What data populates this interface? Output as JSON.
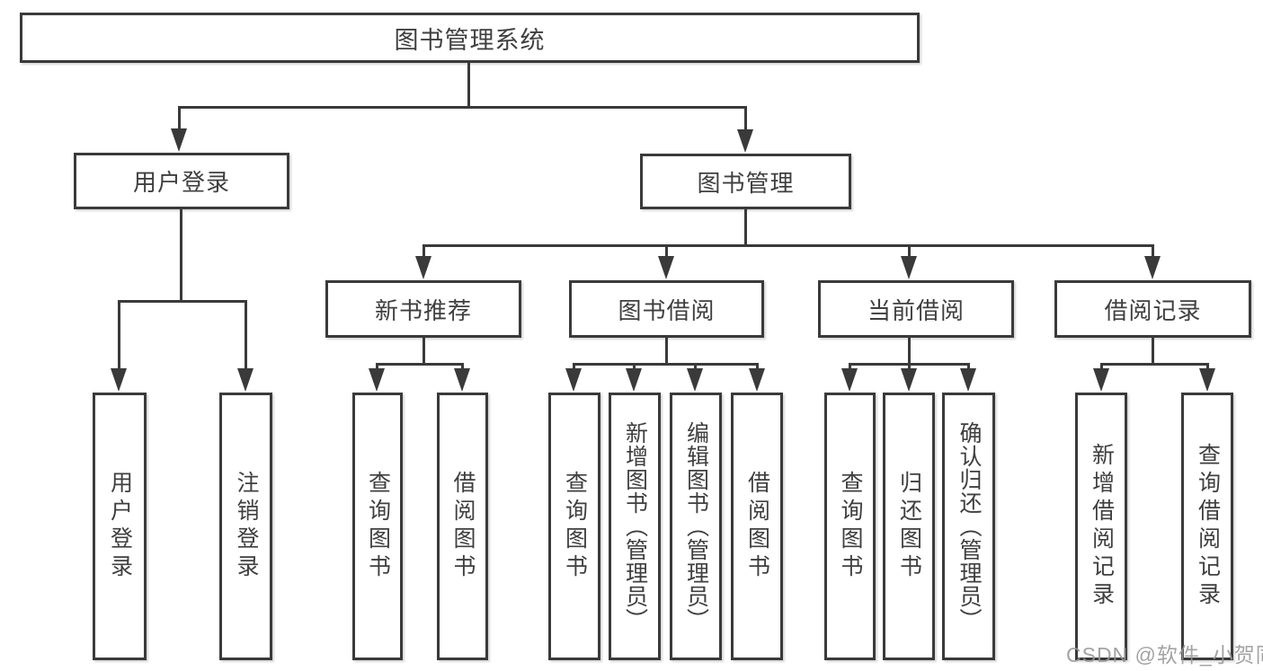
{
  "tree": {
    "label": "图书管理系统",
    "children": [
      {
        "label": "用户登录",
        "children": [
          {
            "label": "用户登录"
          },
          {
            "label": "注销登录"
          }
        ]
      },
      {
        "label": "图书管理",
        "children": [
          {
            "label": "新书推荐",
            "children": [
              {
                "label": "查询图书"
              },
              {
                "label": "借阅图书"
              }
            ]
          },
          {
            "label": "图书借阅",
            "children": [
              {
                "label": "查询图书"
              },
              {
                "label": "新增图书（管理员）"
              },
              {
                "label": "编辑图书（管理员）"
              },
              {
                "label": "借阅图书"
              }
            ]
          },
          {
            "label": "当前借阅",
            "children": [
              {
                "label": "查询图书"
              },
              {
                "label": "归还图书"
              },
              {
                "label": "确认归还（管理员）"
              }
            ]
          },
          {
            "label": "借阅记录",
            "children": [
              {
                "label": "新增借阅记录"
              },
              {
                "label": "查询借阅记录"
              }
            ]
          }
        ]
      }
    ]
  },
  "watermark": {
    "text": "CSDN @软件_小贺同学"
  },
  "colors": {
    "line": "#3a3a3a",
    "text": "#3f3f3f",
    "background": "#ffffff",
    "watermark": "#969696"
  }
}
